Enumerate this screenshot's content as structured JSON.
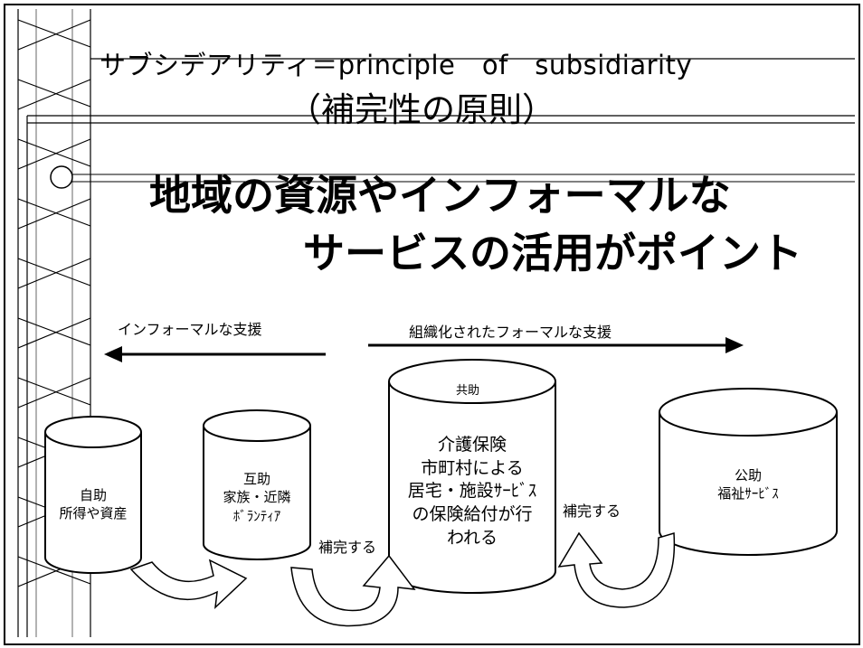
{
  "title": {
    "english": "サブシデアリティ＝principle　of　subsidiarity",
    "japanese": "（補完性の原則）"
  },
  "headline": {
    "line1": "地域の資源やインフォーマルな",
    "line2": "サービスの活用がポイント"
  },
  "arrows": {
    "informal": "インフォーマルな支援",
    "formal": "組織化されたフォーマルな支援",
    "complement_1": "補完する",
    "complement_2": "補完する"
  },
  "nodes": [
    {
      "id": "jijo",
      "lines": [
        "自助",
        "所得や資産"
      ]
    },
    {
      "id": "gojo",
      "lines": [
        "互助",
        "家族・近隣",
        "ﾎﾞﾗﾝﾃｨｱ"
      ]
    },
    {
      "id": "kyojo",
      "header": "共助",
      "lines": [
        "介護保険",
        "市町村による",
        "居宅・施設ｻｰﾋﾞｽ",
        "の保険給付が行",
        "われる"
      ]
    },
    {
      "id": "kojo",
      "lines": [
        "公助",
        "福祉ｻｰﾋﾞｽ"
      ]
    }
  ]
}
